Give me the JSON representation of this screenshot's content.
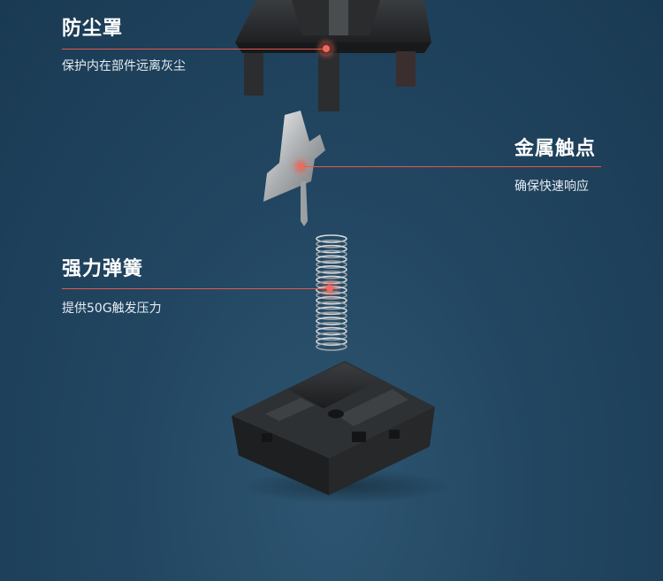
{
  "callouts": {
    "dust_cover": {
      "title": "防尘罩",
      "desc": "保护内在部件远离灰尘"
    },
    "contact": {
      "title": "金属触点",
      "desc": "确保快速响应"
    },
    "spring": {
      "title": "强力弹簧",
      "desc": "提供50G触发压力"
    }
  },
  "colors": {
    "background": "#1f4460",
    "accent_line": "#e35a4d",
    "dot": "#f06a5c",
    "text": "#ffffff"
  }
}
